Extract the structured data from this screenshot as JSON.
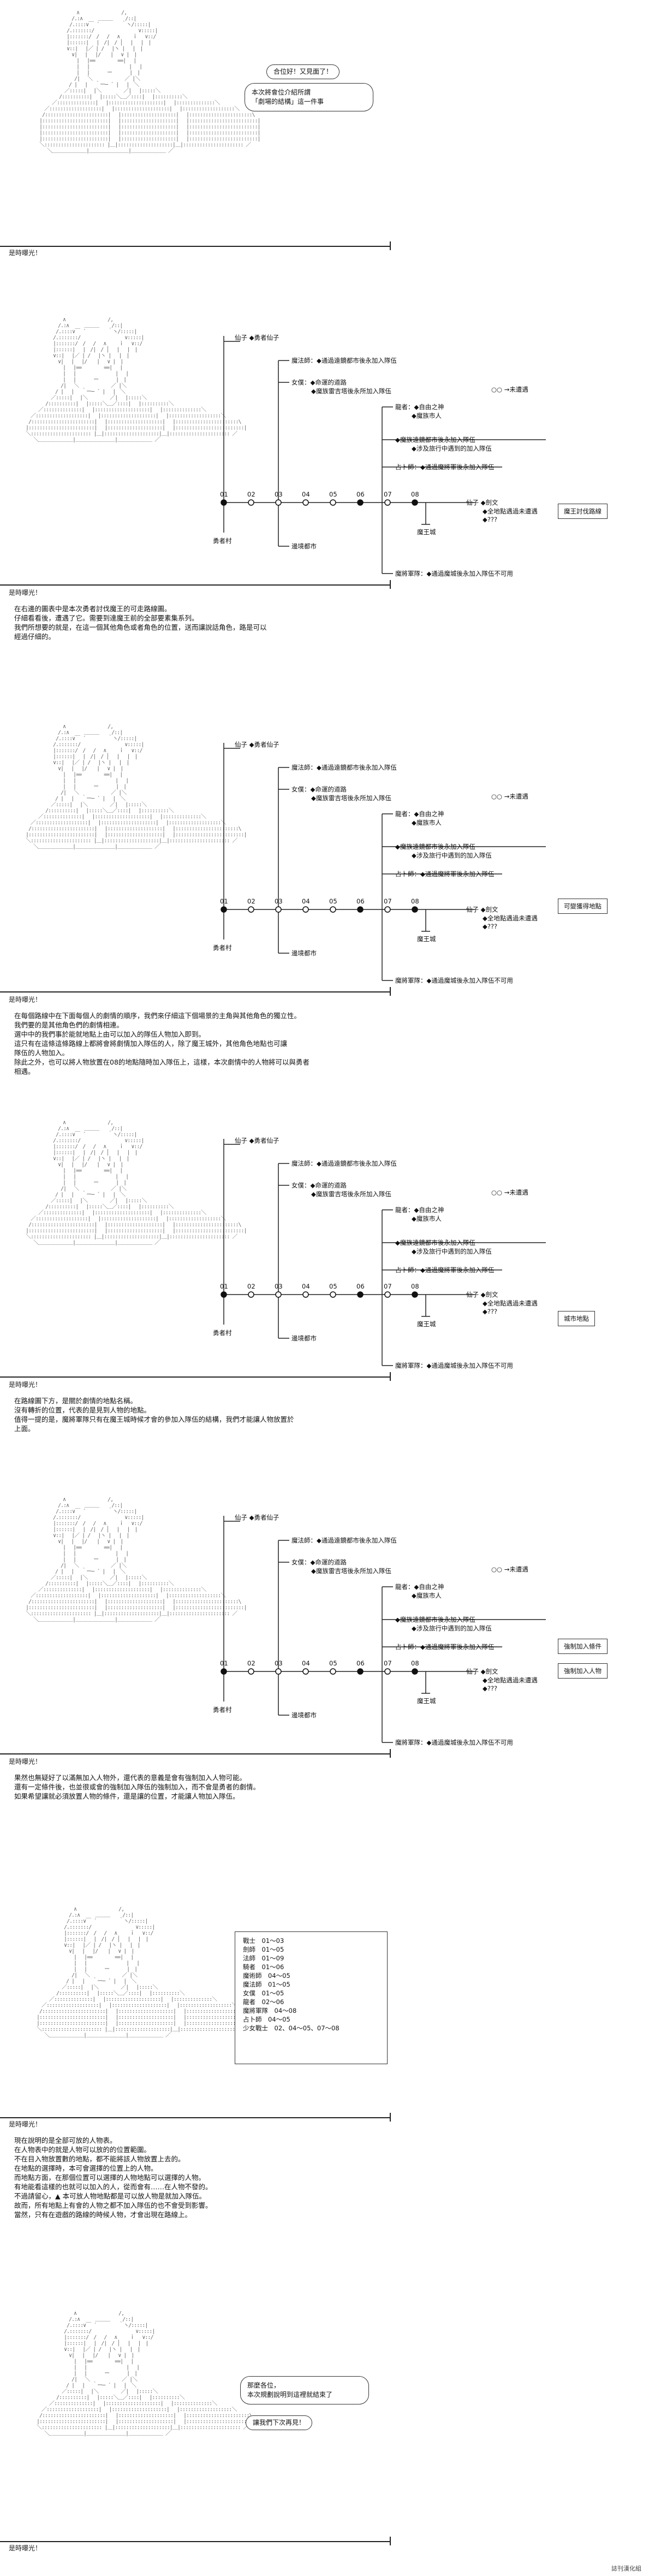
{
  "panels": [
    {
      "bubble_top": "合位好！又見面了！",
      "bubble_main": "本次將會位介紹所謂\n「劇場的結構」這一件事",
      "caption": "是時曝光！"
    },
    {
      "diagram": {
        "top_label": "仙子 ◆勇者仙子",
        "rows": [
          "魔法師：◆通過遠鏡都市後永加入隊伍",
          "女僕：◆命運的道路",
          "◆魔族雷吉塔後永所加入隊伍",
          "龍者：◆自由之神",
          "◆魔族市人",
          "◆魔族遠鏡都市後永加入隊伍",
          "◆涉及旅行中遇到的加入隊伍",
          "占卜師：◆通過魔將軍後永加入隊伍",
          "魔將軍隊：◆通過魔城後永加入隊伍不可用"
        ],
        "numbers": [
          "01",
          "02",
          "03",
          "04",
          "05",
          "06",
          "07",
          "08"
        ],
        "legend_open": "○○ →未遭遇",
        "hero_village": "勇者村",
        "start_city": "邊境都市",
        "demon_castle": "魔王城",
        "right_labels": [
          "仙子 ◆劍文",
          "◆全地點遇過未遭遇",
          "◆???"
        ],
        "boxed": "魔王討伐路線"
      },
      "caption": "是時曝光！",
      "text": "在右邊的圖表中是本次勇者討伐魔王的可走路線圖。\n仔細看看後，遭遇了它。需要到達魔王前的全部要素集系列。\n我們所想要的就是，在這一個其他角色或者角色的位置，送而讓說話角色，路是可以\n經過仔細的。"
    },
    {
      "diagram": {
        "top_label": "仙子 ◆勇者仙子",
        "rows": [
          "魔法師：◆通過遠鏡都市後永加入隊伍",
          "女僕：◆命運的道路",
          "◆魔族雷吉塔後永所加入隊伍",
          "龍者：◆自由之神",
          "◆魔族市人",
          "◆魔族遠鏡都市後永加入隊伍",
          "◆涉及旅行中遇到的加入隊伍",
          "占卜師：◆通過魔將軍後永加入隊伍",
          "魔將軍隊：◆通過魔城後永加入隊伍不可用"
        ],
        "numbers": [
          "01",
          "02",
          "03",
          "04",
          "05",
          "06",
          "07",
          "08"
        ],
        "legend_open": "○○ →未遭遇",
        "hero_village": "勇者村",
        "start_city": "邊境都市",
        "demon_castle": "魔王城",
        "right_labels": [
          "仙子 ◆劍文",
          "◆全地點遇過未遭遇",
          "◆???"
        ],
        "boxed": "可變獲得地點"
      },
      "caption": "是時曝光！",
      "text": "在每個路線中在下面每個人的劇情的順序，我們來仔細這下個場景的主角與其他角色的獨立性。\n我們要的是其他角色們的劇情相連。\n選中中的我們事於能就地點上由可以加入的隊伍人物加入即到。\n這只有在這條這條路線上都將會將劇情加入隊伍的人，除了魔王城外，其他角色地點也可讓\n隊伍的人物加入。\n除此之外，也可以將人物放置在08的地點隨時加入隊伍上，這樣，本次劇情中的人物將可以與勇者\n相遇。"
    },
    {
      "diagram": {
        "top_label": "仙子 ◆勇者仙子",
        "rows": [
          "魔法師：◆通過遠鏡都市後永加入隊伍",
          "女僕：◆命運的道路",
          "◆魔族雷吉塔後永所加入隊伍",
          "龍者：◆自由之神",
          "◆魔族市人",
          "◆魔族遠鏡都市後永加入隊伍",
          "◆涉及旅行中遇到的加入隊伍",
          "占卜師：◆通過魔將軍後永加入隊伍",
          "魔將軍隊：◆通過魔城後永加入隊伍不可用"
        ],
        "numbers": [
          "01",
          "02",
          "03",
          "04",
          "05",
          "06",
          "07",
          "08"
        ],
        "legend_open": "○○ →未遭遇",
        "hero_village": "勇者村",
        "start_city": "邊境都市",
        "demon_castle": "魔王城",
        "right_labels": [
          "仙子 ◆劍文",
          "◆全地點遇過未遭遇",
          "◆???"
        ],
        "boxed": "城市地點"
      },
      "caption": "是時曝光！",
      "text": "在路線圖下方，是關於劇情的地點名稱。\n沒有轉折的位置，代表的是見到人物的地點。\n值得一提的是，魔將軍隊只有在魔王城時候才會的參加入隊伍的結構，我們才能讓人物放置於\n上面。"
    },
    {
      "diagram": {
        "top_label": "仙子 ◆勇者仙子",
        "rows": [
          "魔法師：◆通過遠鏡都市後永加入隊伍",
          "女僕：◆命運的道路",
          "◆魔族雷吉塔後永所加入隊伍",
          "龍者：◆自由之神",
          "◆魔族市人",
          "◆魔族遠鏡都市後永加入隊伍",
          "◆涉及旅行中遇到的加入隊伍",
          "占卜師：◆通過魔將軍後永加入隊伍",
          "魔將軍隊：◆通過魔城後永加入隊伍不可用"
        ],
        "numbers": [
          "01",
          "02",
          "03",
          "04",
          "05",
          "06",
          "07",
          "08"
        ],
        "legend_open": "○○ →未遭遇",
        "hero_village": "勇者村",
        "start_city": "邊境都市",
        "demon_castle": "魔王城",
        "right_labels": [
          "仙子 ◆劍文",
          "◆全地點遇過未遭遇",
          "◆???"
        ],
        "boxed": [
          "強制加入條件",
          "強制加入人物"
        ]
      },
      "caption": "是時曝光！",
      "text": "果然也無疑好了以滿無加入人物外，還代表的意義是會有強制加入人物可能。\n還有一定條件後，也並很或會的強制加入隊伍的強制加入，而不會是勇者的劇情。\n如果希望讓就必須放置人物的條件，還是讓的位置，才能讓人物加入隊伍。"
    },
    {
      "info_box": "戰士　01～03\n劍師　01～05\n法師　01～09\n騎者　01～06\n魔術師　04～05\n魔法師　01～05\n女僕　01～05\n龍者　02～06\n魔將軍隊　04～08\n占卜師　04～05\n少女戰士　02、04～05、07～08",
      "caption": "是時曝光！",
      "text": "現在說明的是全部可放的人物表。\n在人物表中的就是人物可以放的的位置範圍。\n不在目入物放置數的地點，都不能將該人物放置上去的。\n在地點的選擇時，本可會選擇的位置上的人物。\n而地點方面，在那個位置可以選擇的人物地點可以選擇的人物。\n有地能看這樣的也就可以加入的人，從而會有……在人物不發的。\n不過請留心，▲ 本可放人物地點都是可以放人物是就加入隊伍。\n故而，所有地點上有會的人物之都不加入隊伍的也不會受到影響。\n當然，只有在遊戲的路線的時候人物，才會出現在路線上。"
    },
    {
      "bubble_main": "那麼各位，\n本次規劃說明到這裡就結束了",
      "bubble_second": "讓我們下次再見！",
      "caption": "是時曝光！"
    }
  ],
  "credit": "誌刊漢化組"
}
